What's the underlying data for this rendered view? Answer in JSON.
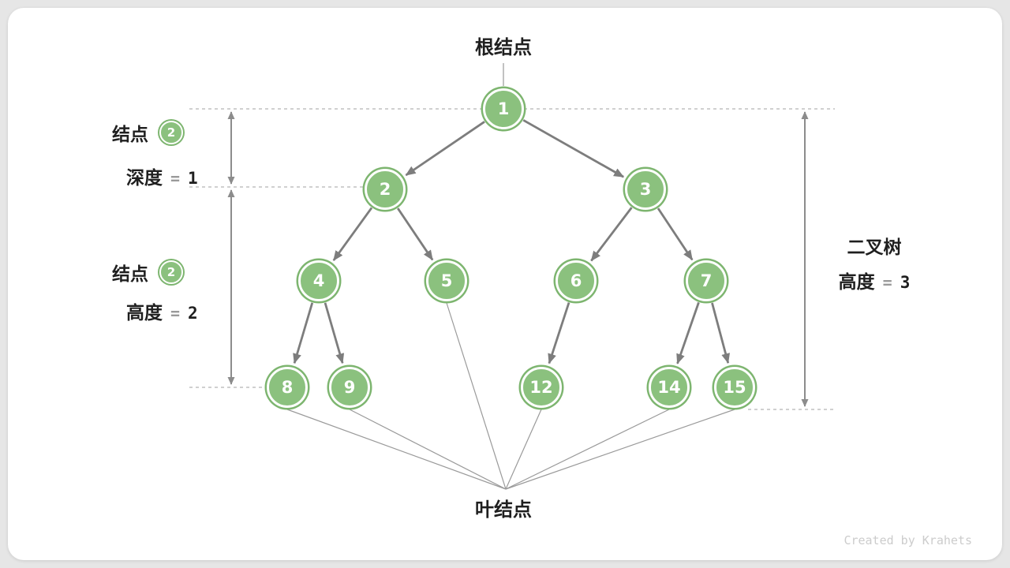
{
  "labels": {
    "root": "根结点",
    "leaf": "叶结点",
    "watermark": "Created by Krahets"
  },
  "annotations": {
    "depth": {
      "prefix": "结点",
      "badge": "2",
      "label": "深度",
      "eq": "=",
      "value": "1"
    },
    "height": {
      "prefix": "结点",
      "badge": "2",
      "label": "高度",
      "eq": "=",
      "value": "2"
    },
    "tree": {
      "line1": "二叉树",
      "label": "高度",
      "eq": "=",
      "value": "3"
    }
  },
  "diagram": {
    "tree": {
      "nodes": [
        "1",
        "2",
        "3",
        "4",
        "5",
        "6",
        "7",
        "8",
        "9",
        "12",
        "14",
        "15"
      ],
      "edges": [
        [
          "1",
          "2"
        ],
        [
          "1",
          "3"
        ],
        [
          "2",
          "4"
        ],
        [
          "2",
          "5"
        ],
        [
          "3",
          "6"
        ],
        [
          "3",
          "7"
        ],
        [
          "4",
          "8"
        ],
        [
          "4",
          "9"
        ],
        [
          "6",
          "12"
        ],
        [
          "7",
          "14"
        ],
        [
          "7",
          "15"
        ]
      ],
      "leaves": [
        "5",
        "8",
        "9",
        "12",
        "14",
        "15"
      ]
    }
  },
  "colors": {
    "bg": "#e6e6e6",
    "card": "#ffffff",
    "node_fill": "#8BC17E",
    "node_ring": "#7DB56F",
    "edge": "#7d7d7d",
    "measure": "#8c8c8c",
    "dashed": "#b5b5b5",
    "fan": "#9a9a9a",
    "text": "#1f1f1f",
    "eq": "#9a9a9a",
    "watermark": "#cccccc"
  }
}
